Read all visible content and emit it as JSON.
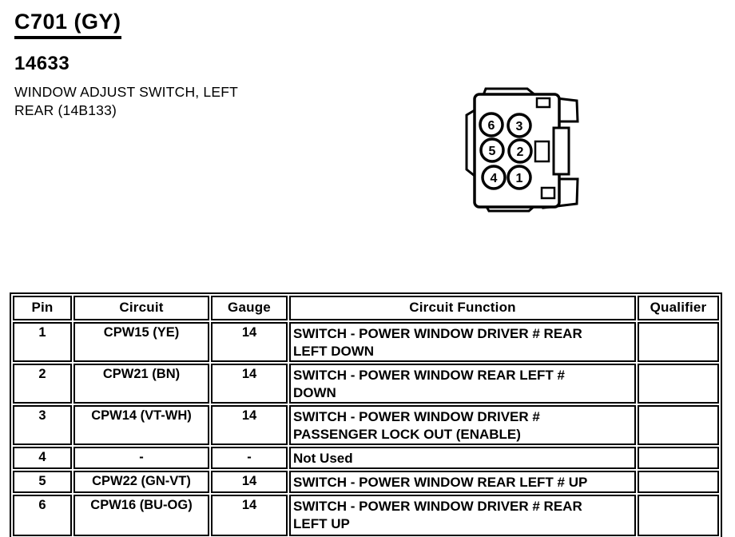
{
  "doc": {
    "connector_id": "C701 (GY)",
    "part_number": "14633",
    "description_lines": [
      "WINDOW ADJUST SWITCH, LEFT",
      "REAR (14B133)"
    ]
  },
  "connector": {
    "type": "6-pin connector face view",
    "pins": [
      "6",
      "3",
      "5",
      "2",
      "4",
      "1"
    ]
  },
  "table": {
    "headers": [
      "Pin",
      "Circuit",
      "Gauge",
      "Circuit Function",
      "Qualifier"
    ],
    "rows": [
      {
        "pin": "1",
        "circuit": "CPW15 (YE)",
        "gauge": "14",
        "function_lines": [
          "SWITCH - POWER WINDOW DRIVER # REAR",
          "LEFT DOWN"
        ],
        "qualifier": ""
      },
      {
        "pin": "2",
        "circuit": "CPW21 (BN)",
        "gauge": "14",
        "function_lines": [
          "SWITCH - POWER WINDOW REAR LEFT #",
          "DOWN"
        ],
        "qualifier": ""
      },
      {
        "pin": "3",
        "circuit": "CPW14 (VT-WH)",
        "gauge": "14",
        "function_lines": [
          "SWITCH - POWER WINDOW DRIVER #",
          "PASSENGER LOCK OUT (ENABLE)"
        ],
        "qualifier": ""
      },
      {
        "pin": "4",
        "circuit": "-",
        "gauge": "-",
        "function_lines": [
          "Not Used"
        ],
        "qualifier": ""
      },
      {
        "pin": "5",
        "circuit": "CPW22 (GN-VT)",
        "gauge": "14",
        "function_lines": [
          "SWITCH - POWER WINDOW REAR LEFT # UP"
        ],
        "qualifier": ""
      },
      {
        "pin": "6",
        "circuit": "CPW16 (BU-OG)",
        "gauge": "14",
        "function_lines": [
          "SWITCH - POWER WINDOW DRIVER # REAR",
          "LEFT UP"
        ],
        "qualifier": ""
      }
    ]
  },
  "colors": {
    "ink": "#000000",
    "paper": "#ffffff"
  }
}
